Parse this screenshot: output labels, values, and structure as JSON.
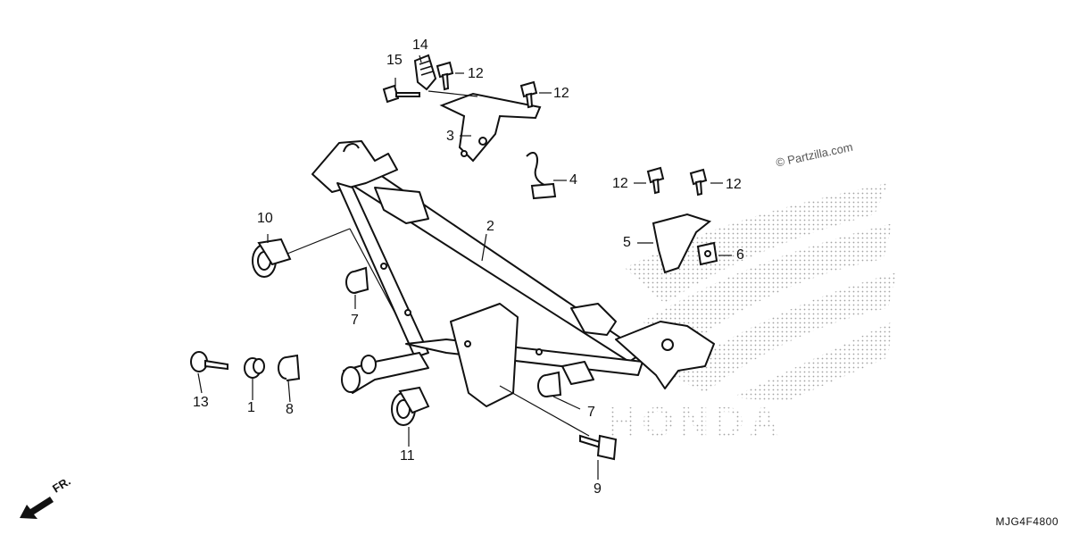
{
  "callouts": [
    {
      "id": "c15",
      "label": "15"
    },
    {
      "id": "c14",
      "label": "14"
    },
    {
      "id": "c12a",
      "label": "12"
    },
    {
      "id": "c12b",
      "label": "12"
    },
    {
      "id": "c3",
      "label": "3"
    },
    {
      "id": "c4",
      "label": "4"
    },
    {
      "id": "c12c",
      "label": "12"
    },
    {
      "id": "c12d",
      "label": "12"
    },
    {
      "id": "c2",
      "label": "2"
    },
    {
      "id": "c10",
      "label": "10"
    },
    {
      "id": "c5",
      "label": "5"
    },
    {
      "id": "c6",
      "label": "6"
    },
    {
      "id": "c7a",
      "label": "7"
    },
    {
      "id": "c13",
      "label": "13"
    },
    {
      "id": "c1",
      "label": "1"
    },
    {
      "id": "c8",
      "label": "8"
    },
    {
      "id": "c7b",
      "label": "7"
    },
    {
      "id": "c11",
      "label": "11"
    },
    {
      "id": "c9",
      "label": "9"
    }
  ],
  "watermark": "© Partzilla.com",
  "drawing_code": "MJG4F4800",
  "front_indicator": "FR.",
  "logo_text": "HONDA"
}
